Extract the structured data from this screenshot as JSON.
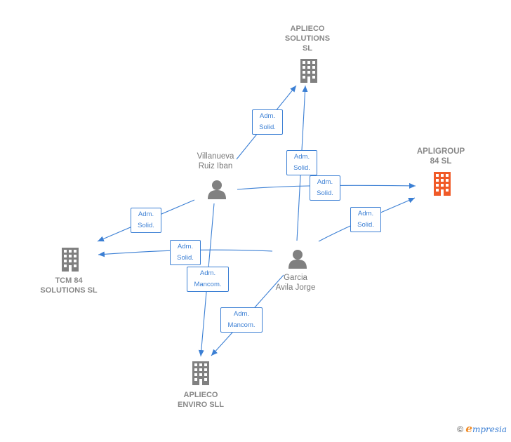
{
  "colors": {
    "edge": "#3b7fd4",
    "company": "#808080",
    "focus_company": "#f05a28",
    "person": "#808080"
  },
  "nodes": {
    "aplieco_solutions": {
      "label": "APLIECO\nSOLUTIONS\nSL",
      "icon": "building-icon"
    },
    "apligroup": {
      "label": "APLIGROUP\n84  SL",
      "icon": "building-icon"
    },
    "tcm84": {
      "label": "TCM 84\nSOLUTIONS SL",
      "icon": "building-icon"
    },
    "aplieco_enviro": {
      "label": "APLIECO\nENVIRO SLL",
      "icon": "building-icon"
    },
    "villanueva": {
      "label": "Villanueva\nRuiz Iban",
      "icon": "person-icon"
    },
    "garcia": {
      "label": "Garcia\nAvila Jorge",
      "icon": "person-icon"
    }
  },
  "edges": [
    {
      "label": "Adm.\nSolid."
    },
    {
      "label": "Adm.\nSolid."
    },
    {
      "label": "Adm.\nSolid."
    },
    {
      "label": "Adm.\nSolid."
    },
    {
      "label": "Adm.\nSolid."
    },
    {
      "label": "Adm.\nMancom."
    },
    {
      "label": "Adm.\nSolid."
    },
    {
      "label": "Adm.\nMancom."
    }
  ],
  "footer": {
    "copyright": "©",
    "brand_initial": "e",
    "brand_rest": "mpresia"
  }
}
